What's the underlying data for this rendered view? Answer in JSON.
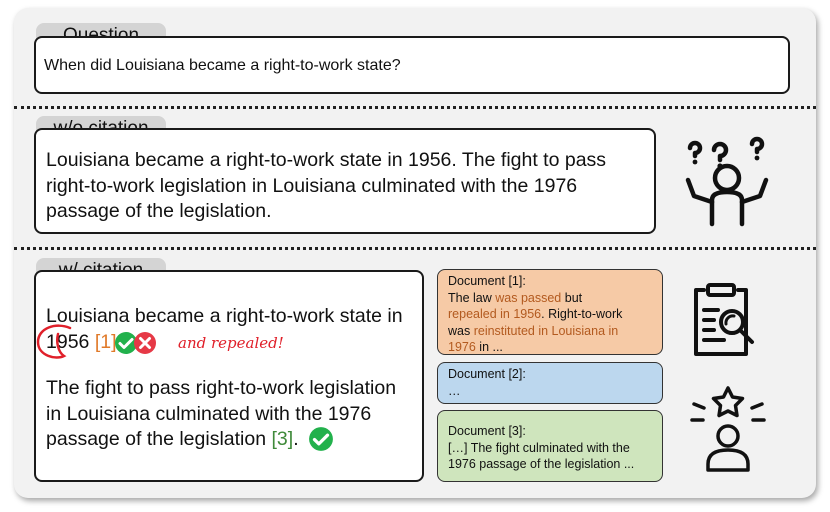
{
  "question": {
    "tab": "Question",
    "text": "When did Louisiana became a right-to-work state?"
  },
  "without_citation": {
    "tab": "w/o citation",
    "lines": [
      "Louisiana became a right-to-work state in 1956. The fight to pass",
      "right-to-work legislation in Louisiana culminated with the 1976",
      "passage of the legislation."
    ]
  },
  "with_citation": {
    "tab": "w/ citation",
    "s1_line1": "Louisiana became a right-to-work state in",
    "s1_year": "1956",
    "s1_cite": "[1]",
    "annotation": "and repealed!",
    "s2_line1": "The fight to pass right-to-work legislation",
    "s2_line2": "in Louisiana culminated with the 1976",
    "s2_line3": "passage of the legislation",
    "s2_cite": "[3]",
    "s2_end": "."
  },
  "documents": [
    {
      "title": "Document [1]:",
      "p1": "The law ",
      "h1": "was passed",
      "p2": " but",
      "h2": "repealed in 1956",
      "p3": ". Right-to-work",
      "p4": "was ",
      "h3": "reinstituted in Louisiana in",
      "h4": "1976",
      "p5": " in ..."
    },
    {
      "title": "Document [2]:",
      "body": "…"
    },
    {
      "title": "Document [3]:",
      "line1": "[…] The fight culminated with the",
      "line2": "1976 passage of the legislation ..."
    }
  ],
  "colors": {
    "doc1_bg": "#f6caa6",
    "doc2_bg": "#bcd7ee",
    "doc3_bg": "#cfe5bd",
    "check": "#22b14c",
    "cross": "#e63946",
    "annotation": "#e0202a"
  },
  "icons": [
    "confused-person-icon",
    "document-magnify-icon",
    "star-person-icon",
    "check-circle-icon",
    "cross-circle-icon"
  ]
}
